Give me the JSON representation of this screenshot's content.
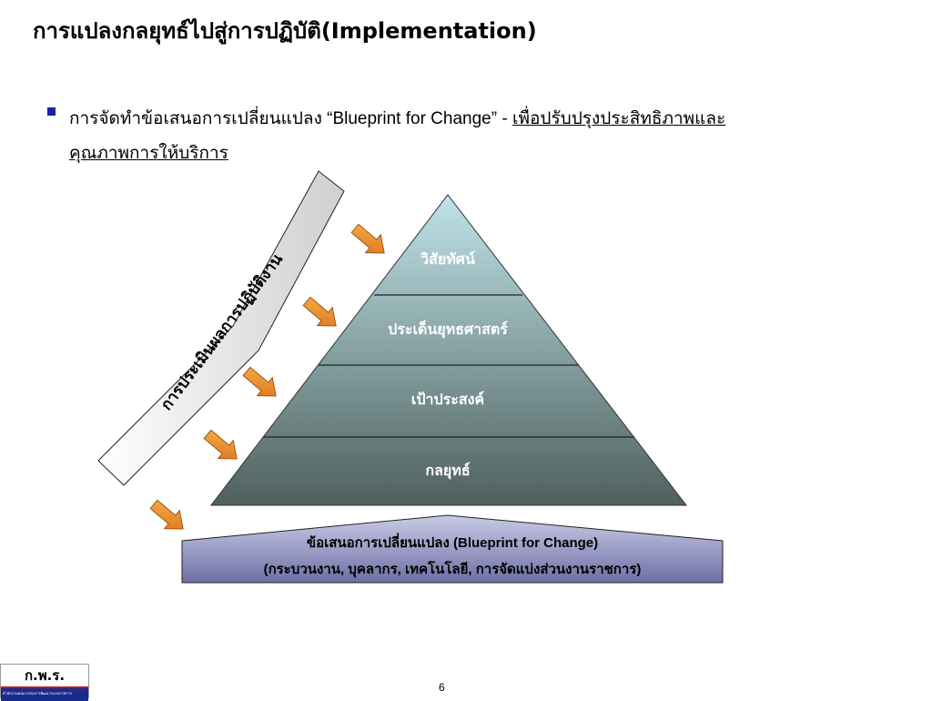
{
  "slide": {
    "title": "การแปลงกลยุทธ์ไปสู่การปฏิบัติ(Implementation)",
    "bullet": {
      "text_plain": "การจัดทำข้อเสนอการเปลี่ยนแปลง “Blueprint for Change” - ",
      "text_underlined_1": "เพื่อปรับปรุงประสิทธิภาพและ",
      "text_underlined_2": "คุณภาพการให้บริการ"
    },
    "diagram": {
      "side_label": "การประเมินผลการปฏิบัติงาน",
      "pyramid_levels": [
        "วิสัยทัศน์",
        "ประเด็นยุทธศาสตร์",
        "เป้าประสงค์",
        "กลยุทธ์"
      ],
      "base_line1": "ข้อเสนอการเปลี่ยนแปลง (Blueprint for Change)",
      "base_line2": "(กระบวนงาน, บุคลากร, เทคโนโลยี, การจัดแบ่งส่วนงานราชการ)",
      "colors": {
        "pyramid_top": "#bfe3e8",
        "pyramid_bottom": "#4f605e",
        "base_top": "#c9cbe6",
        "base_bottom": "#6e70a6",
        "arrow": "#e8851a"
      }
    },
    "logo": {
      "text": "ก.พ.ร.",
      "subtext": "สำนักงานคณะกรรมการพัฒนาระบบราชการ"
    },
    "page_number": "6"
  }
}
